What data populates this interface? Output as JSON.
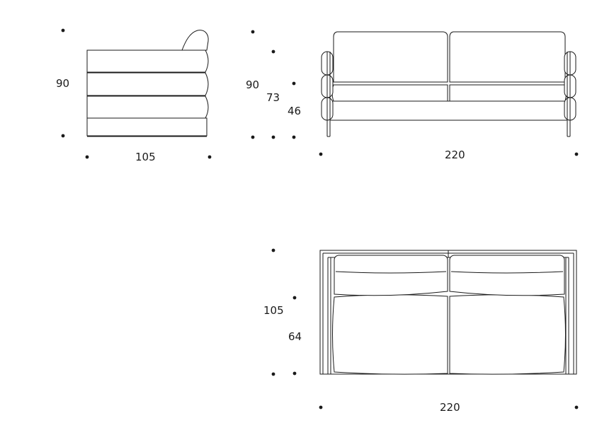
{
  "side_view": {
    "height_label": "90",
    "depth_label": "105"
  },
  "front_view": {
    "total_height_label": "90",
    "arm_height_label": "73",
    "seat_height_label": "46",
    "width_label": "220"
  },
  "top_view": {
    "depth_label": "105",
    "seat_depth_label": "64",
    "width_label": "220"
  },
  "colors": {
    "line": "#1a1a1a",
    "background": "#ffffff"
  }
}
